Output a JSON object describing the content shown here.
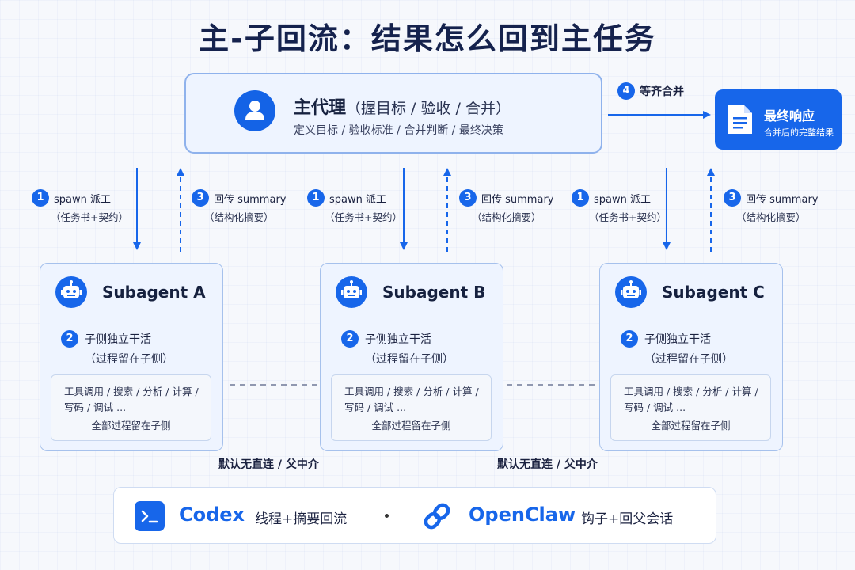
{
  "title": "主-子回流：结果怎么回到主任务",
  "main_agent": {
    "name": "主代理",
    "role": "（握目标 / 验收 / 合并）",
    "desc": "定义目标 / 验收标准 / 合并判断 / 最终决策",
    "icon": "user-icon"
  },
  "merge_step": {
    "num": "4",
    "label": "等齐合并"
  },
  "final": {
    "title": "最终响应",
    "sub": "合并后的完整结果",
    "icon": "document-icon"
  },
  "spawn_step": {
    "num": "1",
    "label": "spawn 派工",
    "sub": "（任务书+契约）"
  },
  "return_step": {
    "num": "3",
    "label": "回传 summary",
    "sub": "（结构化摘要）"
  },
  "subagents": [
    {
      "name": "Subagent A"
    },
    {
      "name": "Subagent B"
    },
    {
      "name": "Subagent C"
    }
  ],
  "sub_work": {
    "num": "2",
    "label": "子侧独立干活",
    "sub": "（过程留在子侧）",
    "tools_line1": "工具调用 / 搜索 / 分析 / 计算 /",
    "tools_line2": "写码 / 调试 ...",
    "note": "全部过程留在子侧",
    "icon": "robot-icon"
  },
  "relay_label": "默认无直连 / 父中介",
  "frameworks": [
    {
      "name": "Codex",
      "desc": "线程+摘要回流",
      "icon": "terminal-icon"
    },
    {
      "name": "OpenClaw",
      "desc": "钩子+回父会话",
      "icon": "link-icon"
    }
  ],
  "colors": {
    "accent": "#1766ea",
    "title": "#15224d",
    "box_bg": "#eef4ff",
    "box_border": "#8fb2ec"
  }
}
